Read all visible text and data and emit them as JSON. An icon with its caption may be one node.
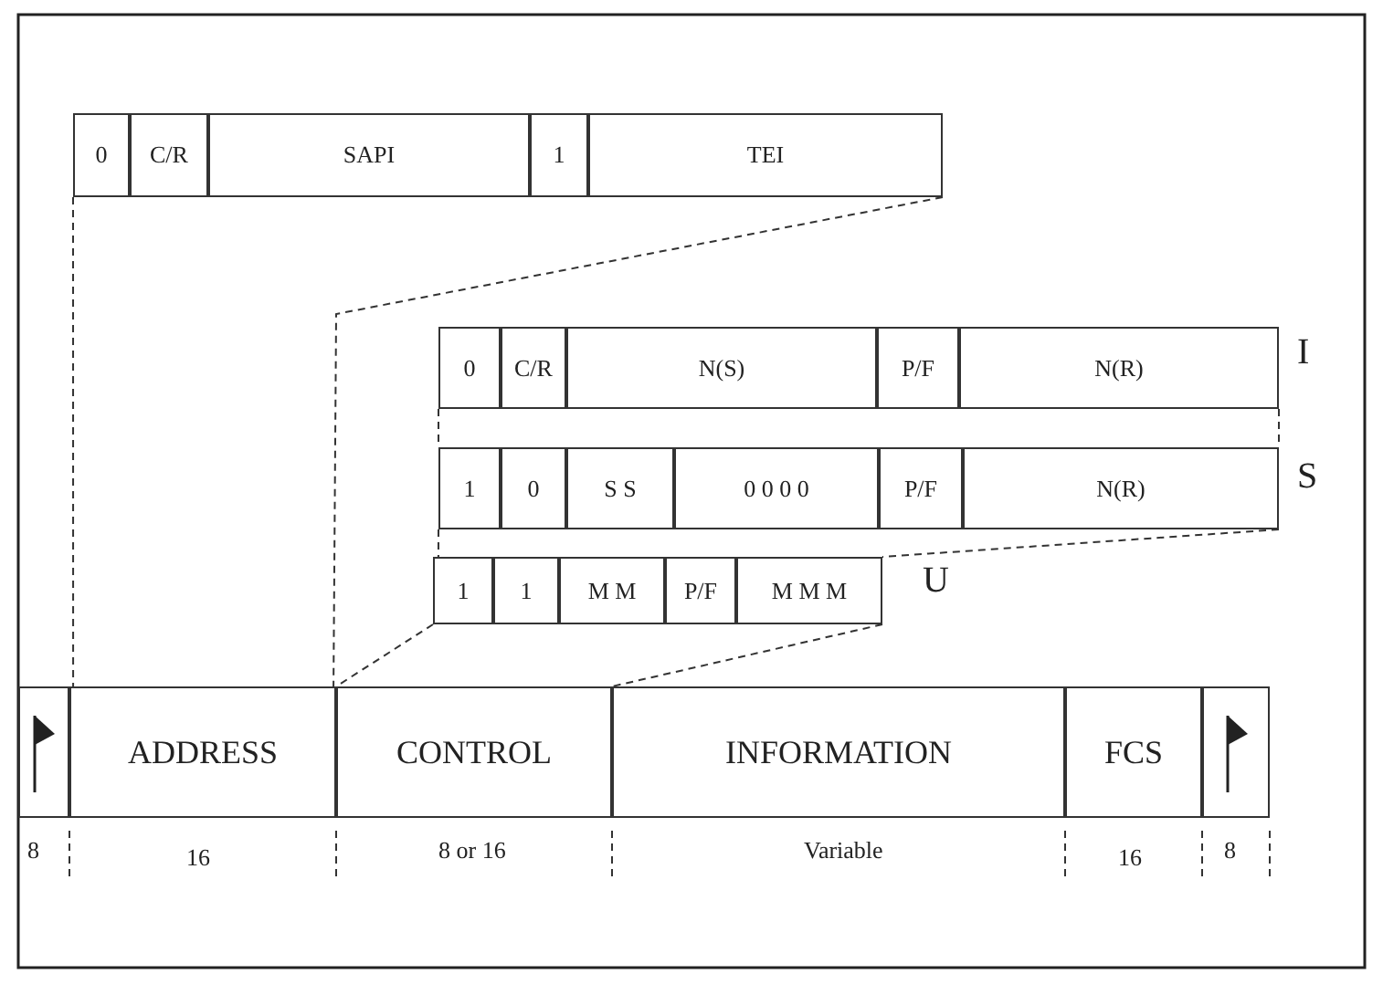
{
  "diagram": {
    "nodes": [
      {
        "text": [
          "0"
        ]
      },
      {
        "text": [
          "C/R"
        ]
      },
      {
        "text": [
          "SAPI"
        ]
      },
      {
        "text": [
          "1"
        ]
      },
      {
        "text": [
          "TEI"
        ]
      },
      {
        "text": [
          "0"
        ]
      },
      {
        "text": [
          "C/R"
        ]
      },
      {
        "text": [
          "N(S)"
        ]
      },
      {
        "text": [
          "P/F"
        ]
      },
      {
        "text": [
          "N(R)"
        ]
      },
      {
        "text": [
          "1"
        ]
      },
      {
        "text": [
          "0"
        ]
      },
      {
        "text": [
          "S S"
        ]
      },
      {
        "text": [
          "0 0 0 0"
        ]
      },
      {
        "text": [
          "P/F"
        ]
      },
      {
        "text": [
          "N(R)"
        ]
      },
      {
        "text": [
          "1"
        ]
      },
      {
        "text": [
          "1"
        ]
      },
      {
        "text": [
          "M M"
        ]
      },
      {
        "text": [
          "P/F"
        ]
      },
      {
        "text": [
          "M M M"
        ]
      },
      {
        "text": [],
        "shape": "box"
      },
      {
        "text": [
          "ADDRESS"
        ]
      },
      {
        "text": [
          "CONTROL"
        ]
      },
      {
        "text": [
          "INFORMATION"
        ]
      },
      {
        "text": [
          "FCS"
        ]
      },
      {
        "text": [],
        "shape": "box"
      }
    ],
    "edges": [
      {
        "from": 0,
        "to": 22,
        "arrow": "none",
        "style": "dashed"
      },
      {
        "from": 4,
        "to": 22,
        "arrow": "none",
        "style": "dashed"
      },
      {
        "from": 5,
        "to": 10,
        "arrow": "none",
        "style": "dashed"
      },
      {
        "from": 9,
        "to": 15,
        "arrow": "none",
        "style": "dashed"
      },
      {
        "from": 10,
        "to": 16,
        "arrow": "none",
        "style": "dashed"
      },
      {
        "from": 15,
        "to": 20,
        "arrow": "none",
        "style": "dashed"
      },
      {
        "from": 16,
        "to": 23,
        "arrow": "none",
        "style": "dashed"
      },
      {
        "from": 20,
        "to": 23,
        "arrow": "none",
        "style": "dashed"
      }
    ],
    "labels": [
      "I",
      "S",
      "U",
      "8",
      "16",
      "8 or 16",
      "Variable",
      "16",
      "8"
    ]
  }
}
